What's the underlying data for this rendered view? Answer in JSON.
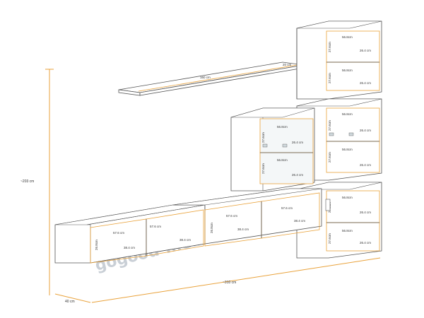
{
  "colors": {
    "outline": "#555555",
    "dimension_line": "#e9a23b",
    "glass": "#cfd8dc",
    "background": "#ffffff",
    "watermark": "#c9cfd6"
  },
  "dimensions": {
    "height": "~203 cm",
    "width": "~310 cm",
    "depth": "40 cm",
    "shelf_length": "160 cm",
    "shelf_depth": "20 cm"
  },
  "top_right_cube": {
    "width": "56.8cm",
    "height": "27.6cm",
    "depth": "26.4 cm",
    "depth2": "26.4 cm",
    "height2": "27.6cm",
    "width2": "56.8cm"
  },
  "mid_right_cube": {
    "width": "56.8cm",
    "height": "27.6cm",
    "depth": "26.4 cm",
    "depth2": "26.4 cm",
    "height2": "27.6cm",
    "width2": "56.8cm"
  },
  "bottom_right_cube": {
    "width": "56.8cm",
    "height": "27.6cm",
    "depth": "26.4 cm",
    "depth2": "26.4 cm",
    "height2": "27.6cm",
    "width2": "56.8cm"
  },
  "glass_cube": {
    "width": "56.8cm",
    "height": "27.6cm",
    "depth": "26.4 cm",
    "depth2": "26.4 cm",
    "height2": "27.6cm",
    "width2": "56.8cm"
  },
  "low_left": {
    "width_a": "57.6 cm",
    "width_b": "57.6 cm",
    "height": "26.8cm",
    "depth_a": "38.4 cm",
    "depth_b": "38.4 cm"
  },
  "low_right": {
    "width_a": "57.6 cm",
    "width_b": "57.6 cm",
    "height": "26.8cm",
    "depth_a": "38.4 cm",
    "depth_b": "38.4 cm"
  },
  "watermark": "gogood-mebel.ua"
}
